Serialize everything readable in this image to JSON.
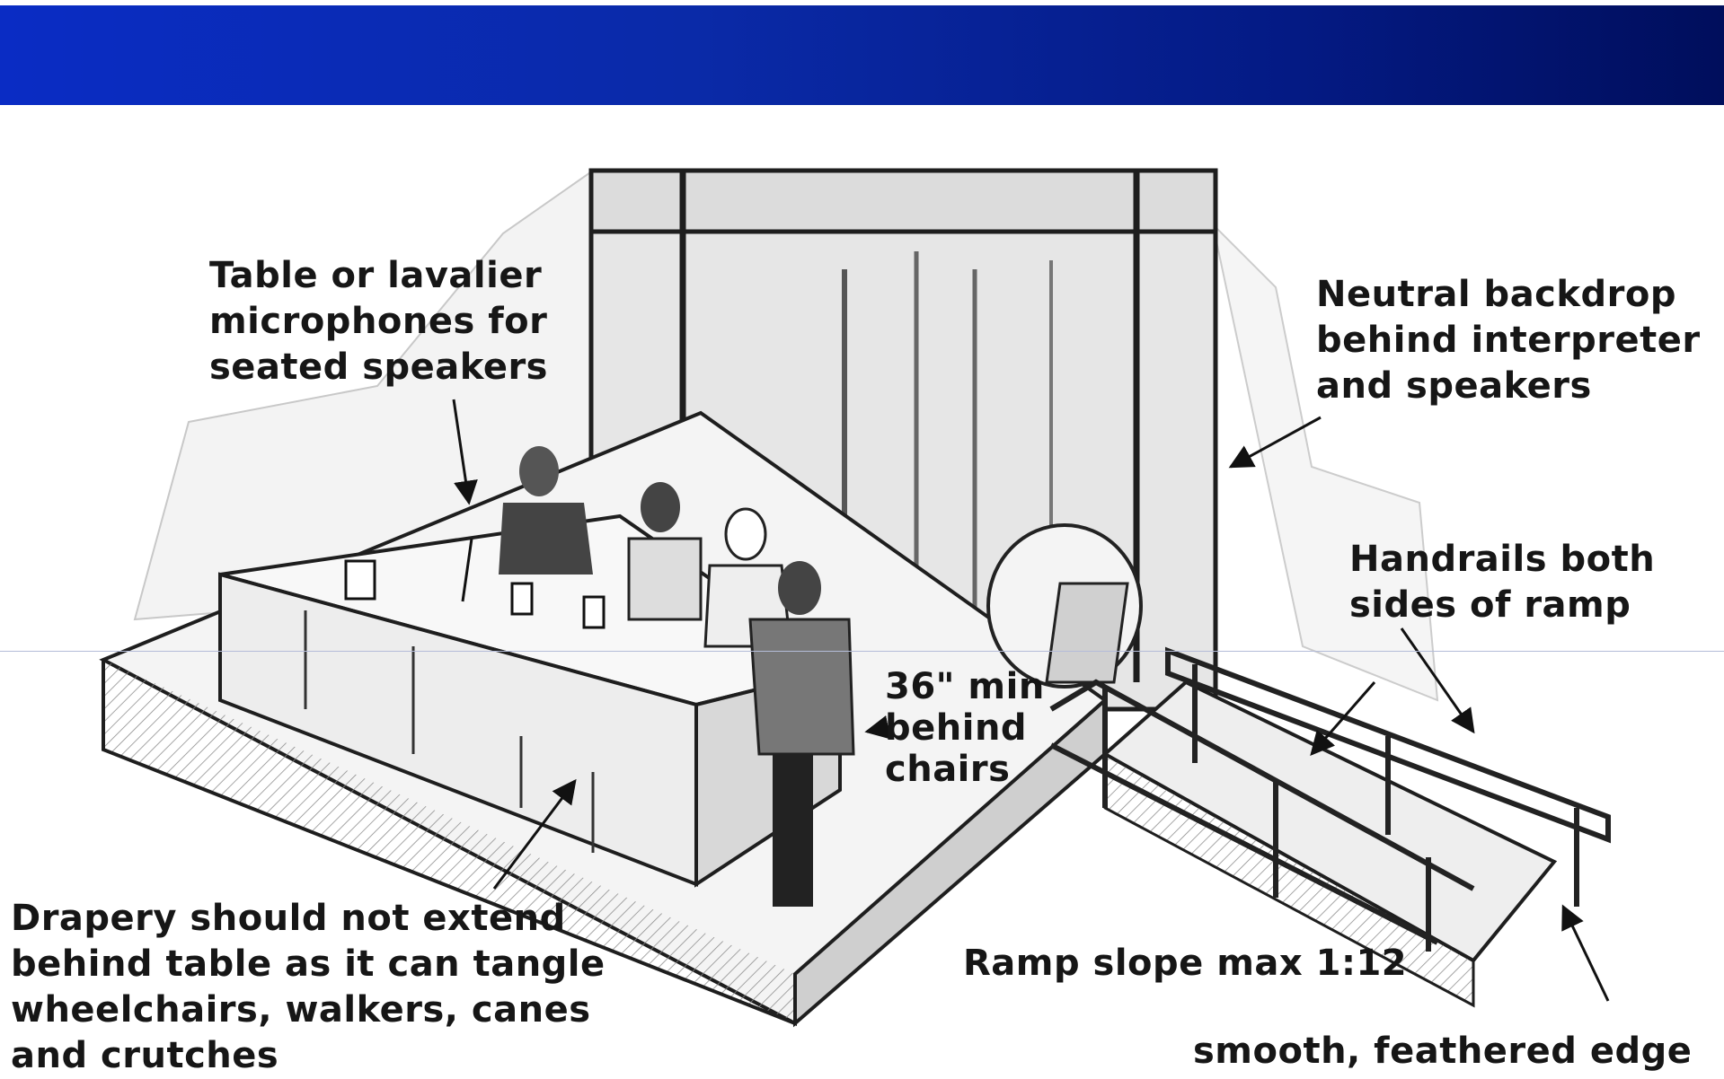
{
  "labels": {
    "microphones": "Table or lavalier\nmicrophones for\nseated speakers",
    "backdrop": "Neutral backdrop\nbehind interpreter\nand speakers",
    "handrails": "Handrails both\nsides of ramp",
    "clearance": "36\" min\nbehind\nchairs",
    "drapery": "Drapery should not extend\nbehind table as it can tangle\nwheelchairs, walkers, canes\nand crutches",
    "ramp_slope": "Ramp slope max 1:12",
    "edge": "smooth, feathered edge"
  },
  "colors": {
    "title_bar_start": "#0a2cc4",
    "title_bar_end": "#000e5c",
    "backdrop_fill": "#e6e6e6",
    "table_fill": "#f0f0f0",
    "line": "#1e1e1e"
  }
}
